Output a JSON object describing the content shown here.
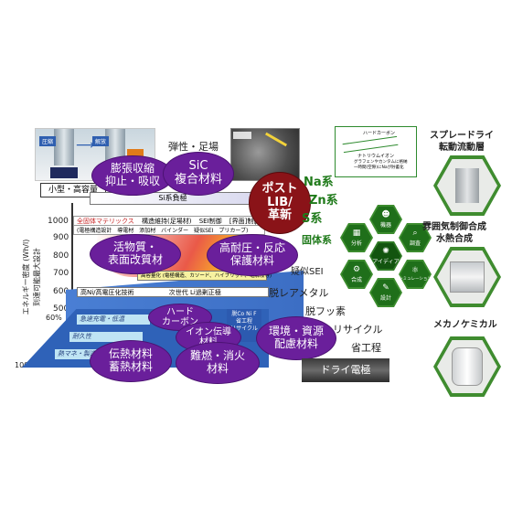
{
  "axis": {
    "title_line1": "エネルギー密度 (Wh/l)",
    "title_line2": "到達可能最大設計",
    "top_label": "小型・高容量",
    "ticks": [
      "1000",
      "900",
      "800",
      "700",
      "600",
      "500"
    ],
    "bottom_left": "100%",
    "mid_left": "60%"
  },
  "press": {
    "left_label": "圧縮",
    "right_label": "解放"
  },
  "top": {
    "elastic": "弾性・足場",
    "sic_band": "Si系負極"
  },
  "bubbles": {
    "expansion": "膨張収縮\n抑止・吸収",
    "sic": "SiC\n複合材料",
    "active": "活物質・\n表面改質材",
    "highpressure": "高耐圧・反応\n保護材料",
    "post_lib": "ポスト\nLIB/\n革新",
    "hard_carbon": "ハード\nカーボン",
    "ion_cond": "イオン伝導\n材料",
    "thermal": "伝熱材料\n蓄熱材料",
    "flame": "難燃・消火\n材料",
    "env": "環境・資源\n配慮材料"
  },
  "bars": {
    "row1_title": "全固体マテリックス",
    "row1_a": "構造維持(足場材)",
    "row1_b": "SEI制御",
    "row1_c": "[界面]制御",
    "row2_a": "(電極構造設計",
    "row2_b": "導電材",
    "row2_c": "添加材",
    "row2_d": "バインダー",
    "row2_e": "疑似SEI",
    "row2_f": "プリカーブ)",
    "row3": "高容量化 (電極構造、カソード、ハイブリッド、電解液等)",
    "row4_a": "高Ni/高電圧化技術",
    "row4_b": "次世代 Li過剰正極"
  },
  "lower_bars": {
    "fast": "急速充電・低温",
    "durability": "耐久性",
    "thermal_mgmt": "熱マネ・製造技術",
    "co_free": "脱Co Ni F\n省工程\nリサイクル"
  },
  "chem": {
    "na": "Na系",
    "zn": "Zn系",
    "s": "S系",
    "solid": "固体系"
  },
  "right_text": {
    "pseudo_sei": "疑似SEI",
    "no_rare": "脱レアメタル",
    "no_fluorine": "脱フッ素",
    "recycle": "リサイクル",
    "save_process": "省工程",
    "dry_electrode": "ドライ電極"
  },
  "diagram_box": {
    "hard_carbon": "ハードカーボン",
    "sodium_ion": "ナトリウムイオン",
    "caption": "グラフェンやカンタムに格納\n一時間(空隙)にNaが貯蓄化"
  },
  "hex_center": "アイディア",
  "hexes": [
    "機器",
    "分析",
    "調査",
    "合成",
    "シミュレーション",
    "設計"
  ],
  "processes": {
    "spray": "スプレードライ\n転動流動層",
    "atmos": "雰囲気制御合成\n水熱合成",
    "mechano": "メカノケミカル"
  },
  "colors": {
    "purple": "#6a1f9b",
    "dark_red": "#8a1318",
    "green": "#1f7a1a",
    "hex_green": "#3c8c2e"
  }
}
